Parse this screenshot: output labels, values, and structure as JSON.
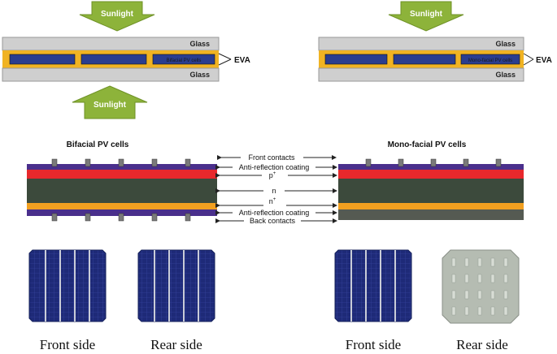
{
  "panels": {
    "bifacial": {
      "sunlight_top": "Sunlight",
      "sunlight_bottom": "Sunlight",
      "glass_top": "Glass",
      "glass_bottom": "Glass",
      "cell_label": "Bifacial PV cells",
      "eva": "EVA",
      "title": "Bifacial PV cells"
    },
    "monofacial": {
      "sunlight_top": "Sunlight",
      "glass_top": "Glass",
      "glass_bottom": "Glass",
      "cell_label": "Mono-facial PV cells",
      "eva": "EVA",
      "title": "Mono-facial PV cells"
    }
  },
  "layers": {
    "front_contacts": "Front contacts",
    "arc_top": "Anti-reflection coating",
    "p_plus": "p",
    "p_plus_sup": "+",
    "n": "n",
    "n_plus": "n",
    "n_plus_sup": "+",
    "arc_bottom": "Anti-reflection coating",
    "back_contacts": "Back contacts"
  },
  "photos": {
    "bifacial_front": "Front side",
    "bifacial_rear": "Rear side",
    "mono_front": "Front side",
    "mono_rear": "Rear side"
  },
  "colors": {
    "arrow_green": "#8db33a",
    "glass_gray": "#cfcfcf",
    "eva_yellow": "#f0b323",
    "cell_blue": "#2a3d8f",
    "red_layer": "#e8282c",
    "n_layer": "#3c4a3c",
    "orange_layer": "#f2a020",
    "cell_photo_blue": "#1e2a78",
    "rear_gray": "#b5bcb2"
  }
}
